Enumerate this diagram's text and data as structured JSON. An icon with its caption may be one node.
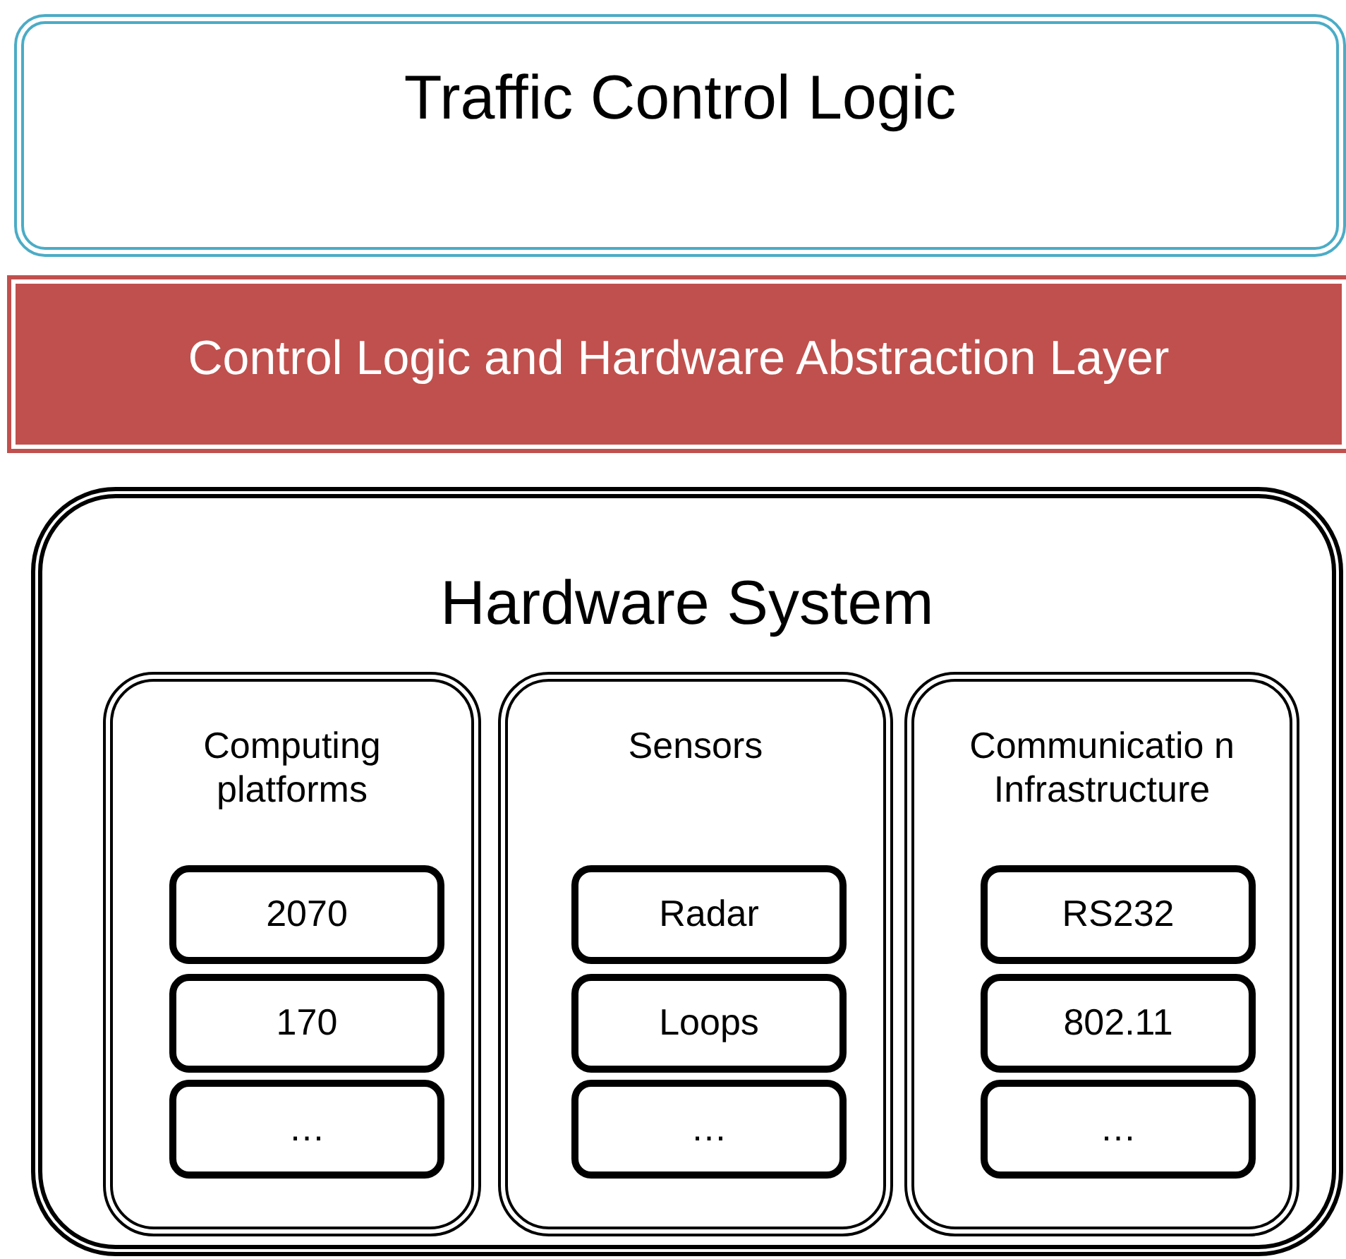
{
  "diagram": {
    "nodes": [
      {
        "text": [
          "Traffic Control Logic"
        ]
      },
      {
        "text": [
          "Control Logic and Hardware Abstraction Layer"
        ]
      },
      {
        "text": [
          "Hardware System"
        ]
      },
      {
        "text": [
          "Computing platforms"
        ],
        "in": 2
      },
      {
        "text": [
          "2070"
        ],
        "in": 3
      },
      {
        "text": [
          "170"
        ],
        "in": 3
      },
      {
        "text": [
          "…"
        ],
        "in": 3
      },
      {
        "text": [
          "Sensors"
        ],
        "in": 2
      },
      {
        "text": [
          "Radar"
        ],
        "in": 7
      },
      {
        "text": [
          "Loops"
        ],
        "in": 7
      },
      {
        "text": [
          "…"
        ],
        "in": 7
      },
      {
        "text": [
          "Communicatio n Infrastructure"
        ],
        "in": 2
      },
      {
        "text": [
          "RS232"
        ],
        "in": 11
      },
      {
        "text": [
          "802.11"
        ],
        "in": 11
      },
      {
        "text": [
          "…"
        ],
        "in": 11
      }
    ]
  }
}
